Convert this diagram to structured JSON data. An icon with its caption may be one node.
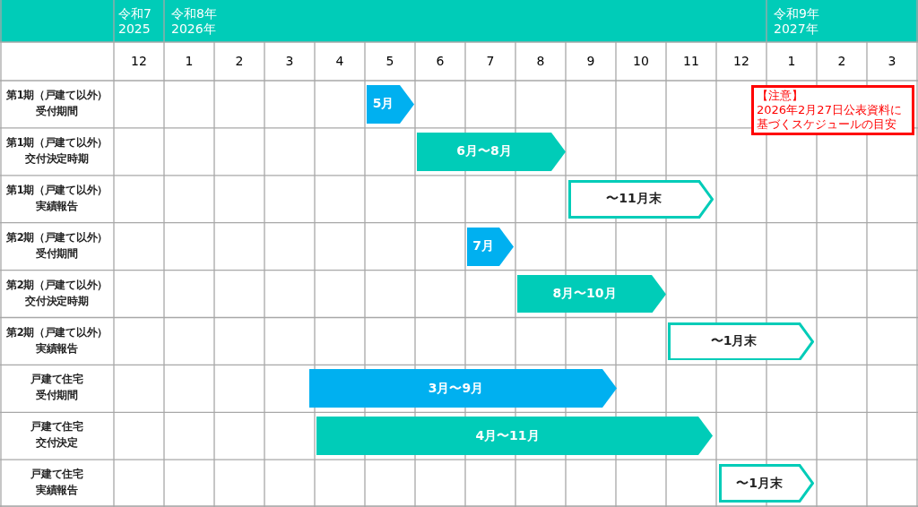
{
  "diagram": {
    "nodes": [
      {
        "text": [
          "5月"
        ]
      },
      {
        "text": [
          "6月〜8月"
        ]
      },
      {
        "text": [
          "〜11月末"
        ]
      },
      {
        "text": [
          "7月"
        ]
      },
      {
        "text": [
          "8月〜10月"
        ]
      },
      {
        "text": [
          "〜1月末"
        ]
      },
      {
        "text": [
          "3月〜9月"
        ]
      },
      {
        "text": [
          "4月〜11月"
        ]
      },
      {
        "text": [
          "〜1月末"
        ]
      },
      {
        "text": [
          "【注意】",
          "2026年2月27日公表資料に基づくスケジュールの目安"
        ]
      }
    ],
    "labels": [
      "令和7",
      "2025",
      "令和8年",
      "2026年",
      "令和9年",
      "2027年",
      "12",
      "1",
      "2",
      "3",
      "4",
      "5",
      "6",
      "7",
      "8",
      "9",
      "10",
      "11",
      "12",
      "1",
      "2",
      "3",
      "第1期（戸建て以外）",
      "受付期間",
      "第1期（戸建て以外）",
      "交付決定時期",
      "第1期（戸建て以外）",
      "実績報告",
      "第2期（戸建て以外）",
      "受付期間",
      "第2期（戸建て以外）",
      "交付決定時期",
      "第2期（戸建て以外）",
      "実績報告",
      "戸建て住宅",
      "受付期間",
      "戸建て住宅",
      "交付決定",
      "戸建て住宅",
      "実績報告"
    ]
  }
}
